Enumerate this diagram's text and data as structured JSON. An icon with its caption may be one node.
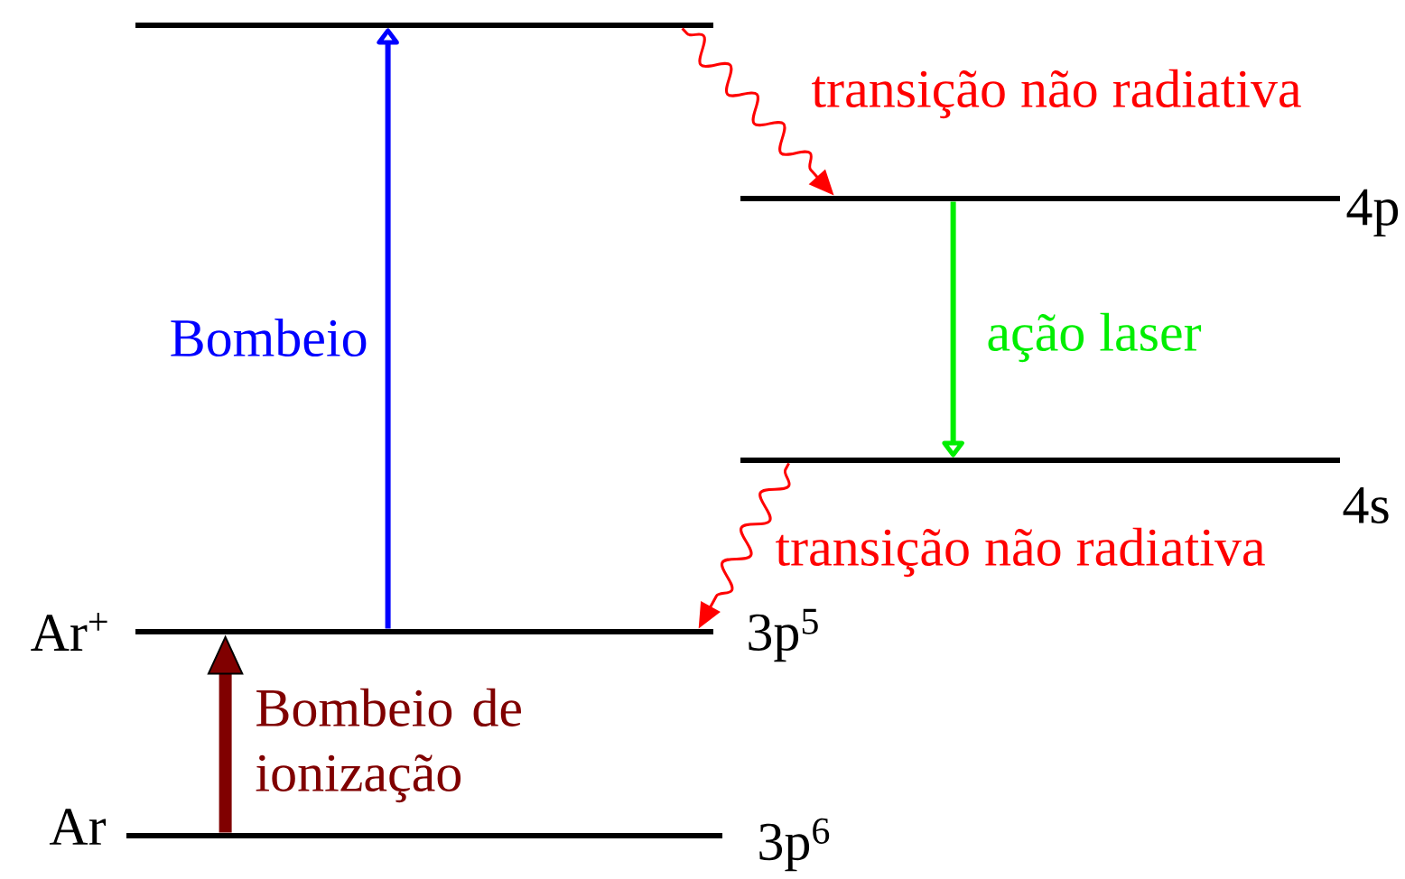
{
  "diagram": {
    "nodes": [
      {
        "text": [],
        "shape": "bar"
      },
      {
        "text": [],
        "shape": "bar",
        "beside": [
          "4p"
        ]
      },
      {
        "text": [],
        "shape": "bar",
        "beside": [
          "4s"
        ]
      },
      {
        "text": [],
        "shape": "bar",
        "beside": [
          "Ar$^{+}$",
          "3p$^{5}$"
        ]
      },
      {
        "text": [],
        "shape": "bar",
        "beside": [
          "Ar",
          "3p$^{6}$"
        ]
      }
    ],
    "edges": [
      {
        "from": 3,
        "to": 0,
        "arrow": "to",
        "label": "Bombeio",
        "color": "#0000ff"
      },
      {
        "from": 0,
        "to": 1,
        "arrow": "to",
        "label": "transição não radiativa",
        "color": "#ff0000"
      },
      {
        "from": 1,
        "to": 2,
        "arrow": "to",
        "label": "ação laser",
        "color": "#00ee00"
      },
      {
        "from": 2,
        "to": 3,
        "arrow": "to",
        "label": "transição não radiativa",
        "color": "#ff0000"
      },
      {
        "from": 4,
        "to": 3,
        "arrow": "to",
        "label": "Bombeio de ionização",
        "color": "#800000",
        "style": "thick"
      }
    ]
  }
}
